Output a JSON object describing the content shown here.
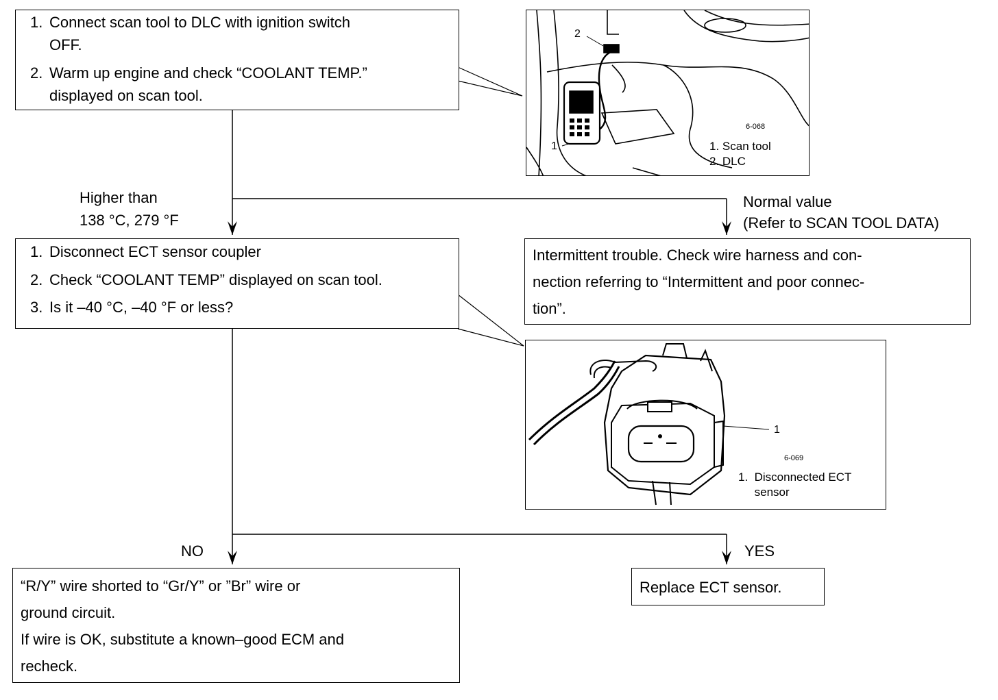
{
  "step1": {
    "items": [
      {
        "num": "1.",
        "lines": [
          "Connect scan tool to DLC with ignition switch",
          "OFF."
        ]
      },
      {
        "num": "2.",
        "lines": [
          "Warm up engine and check “COOLANT TEMP.”",
          "displayed on scan tool."
        ]
      }
    ]
  },
  "figure1": {
    "code": "6-068",
    "callout1": "1",
    "callout2": "2",
    "legend": [
      "1.  Scan tool",
      "2.  DLC"
    ]
  },
  "branch1": {
    "left_label": [
      "Higher than",
      "138 °C, 279 °F"
    ],
    "right_label": [
      "Normal value",
      "(Refer to SCAN TOOL DATA)"
    ]
  },
  "step2": {
    "items": [
      {
        "num": "1.",
        "text": "Disconnect ECT sensor coupler"
      },
      {
        "num": "2.",
        "text": "Check “COOLANT TEMP” displayed on scan tool."
      },
      {
        "num": "3.",
        "text": "Is it –40 °C, –40 °F or less?"
      }
    ]
  },
  "intermittent": {
    "lines": [
      "Intermittent trouble.  Check wire harness and con-",
      "nection referring to “Intermittent and poor connec-",
      "tion”."
    ]
  },
  "figure2": {
    "code": "6-069",
    "callout1": "1",
    "legend": [
      "1.  Disconnected ECT",
      "     sensor"
    ]
  },
  "branch2": {
    "no_label": "NO",
    "yes_label": "YES"
  },
  "result_no": {
    "lines": [
      "“R/Y” wire shorted to “Gr/Y” or ”Br” wire or",
      "ground circuit.",
      "If wire is OK, substitute a known–good ECM and",
      "recheck."
    ]
  },
  "result_yes": {
    "text": "Replace ECT sensor."
  }
}
